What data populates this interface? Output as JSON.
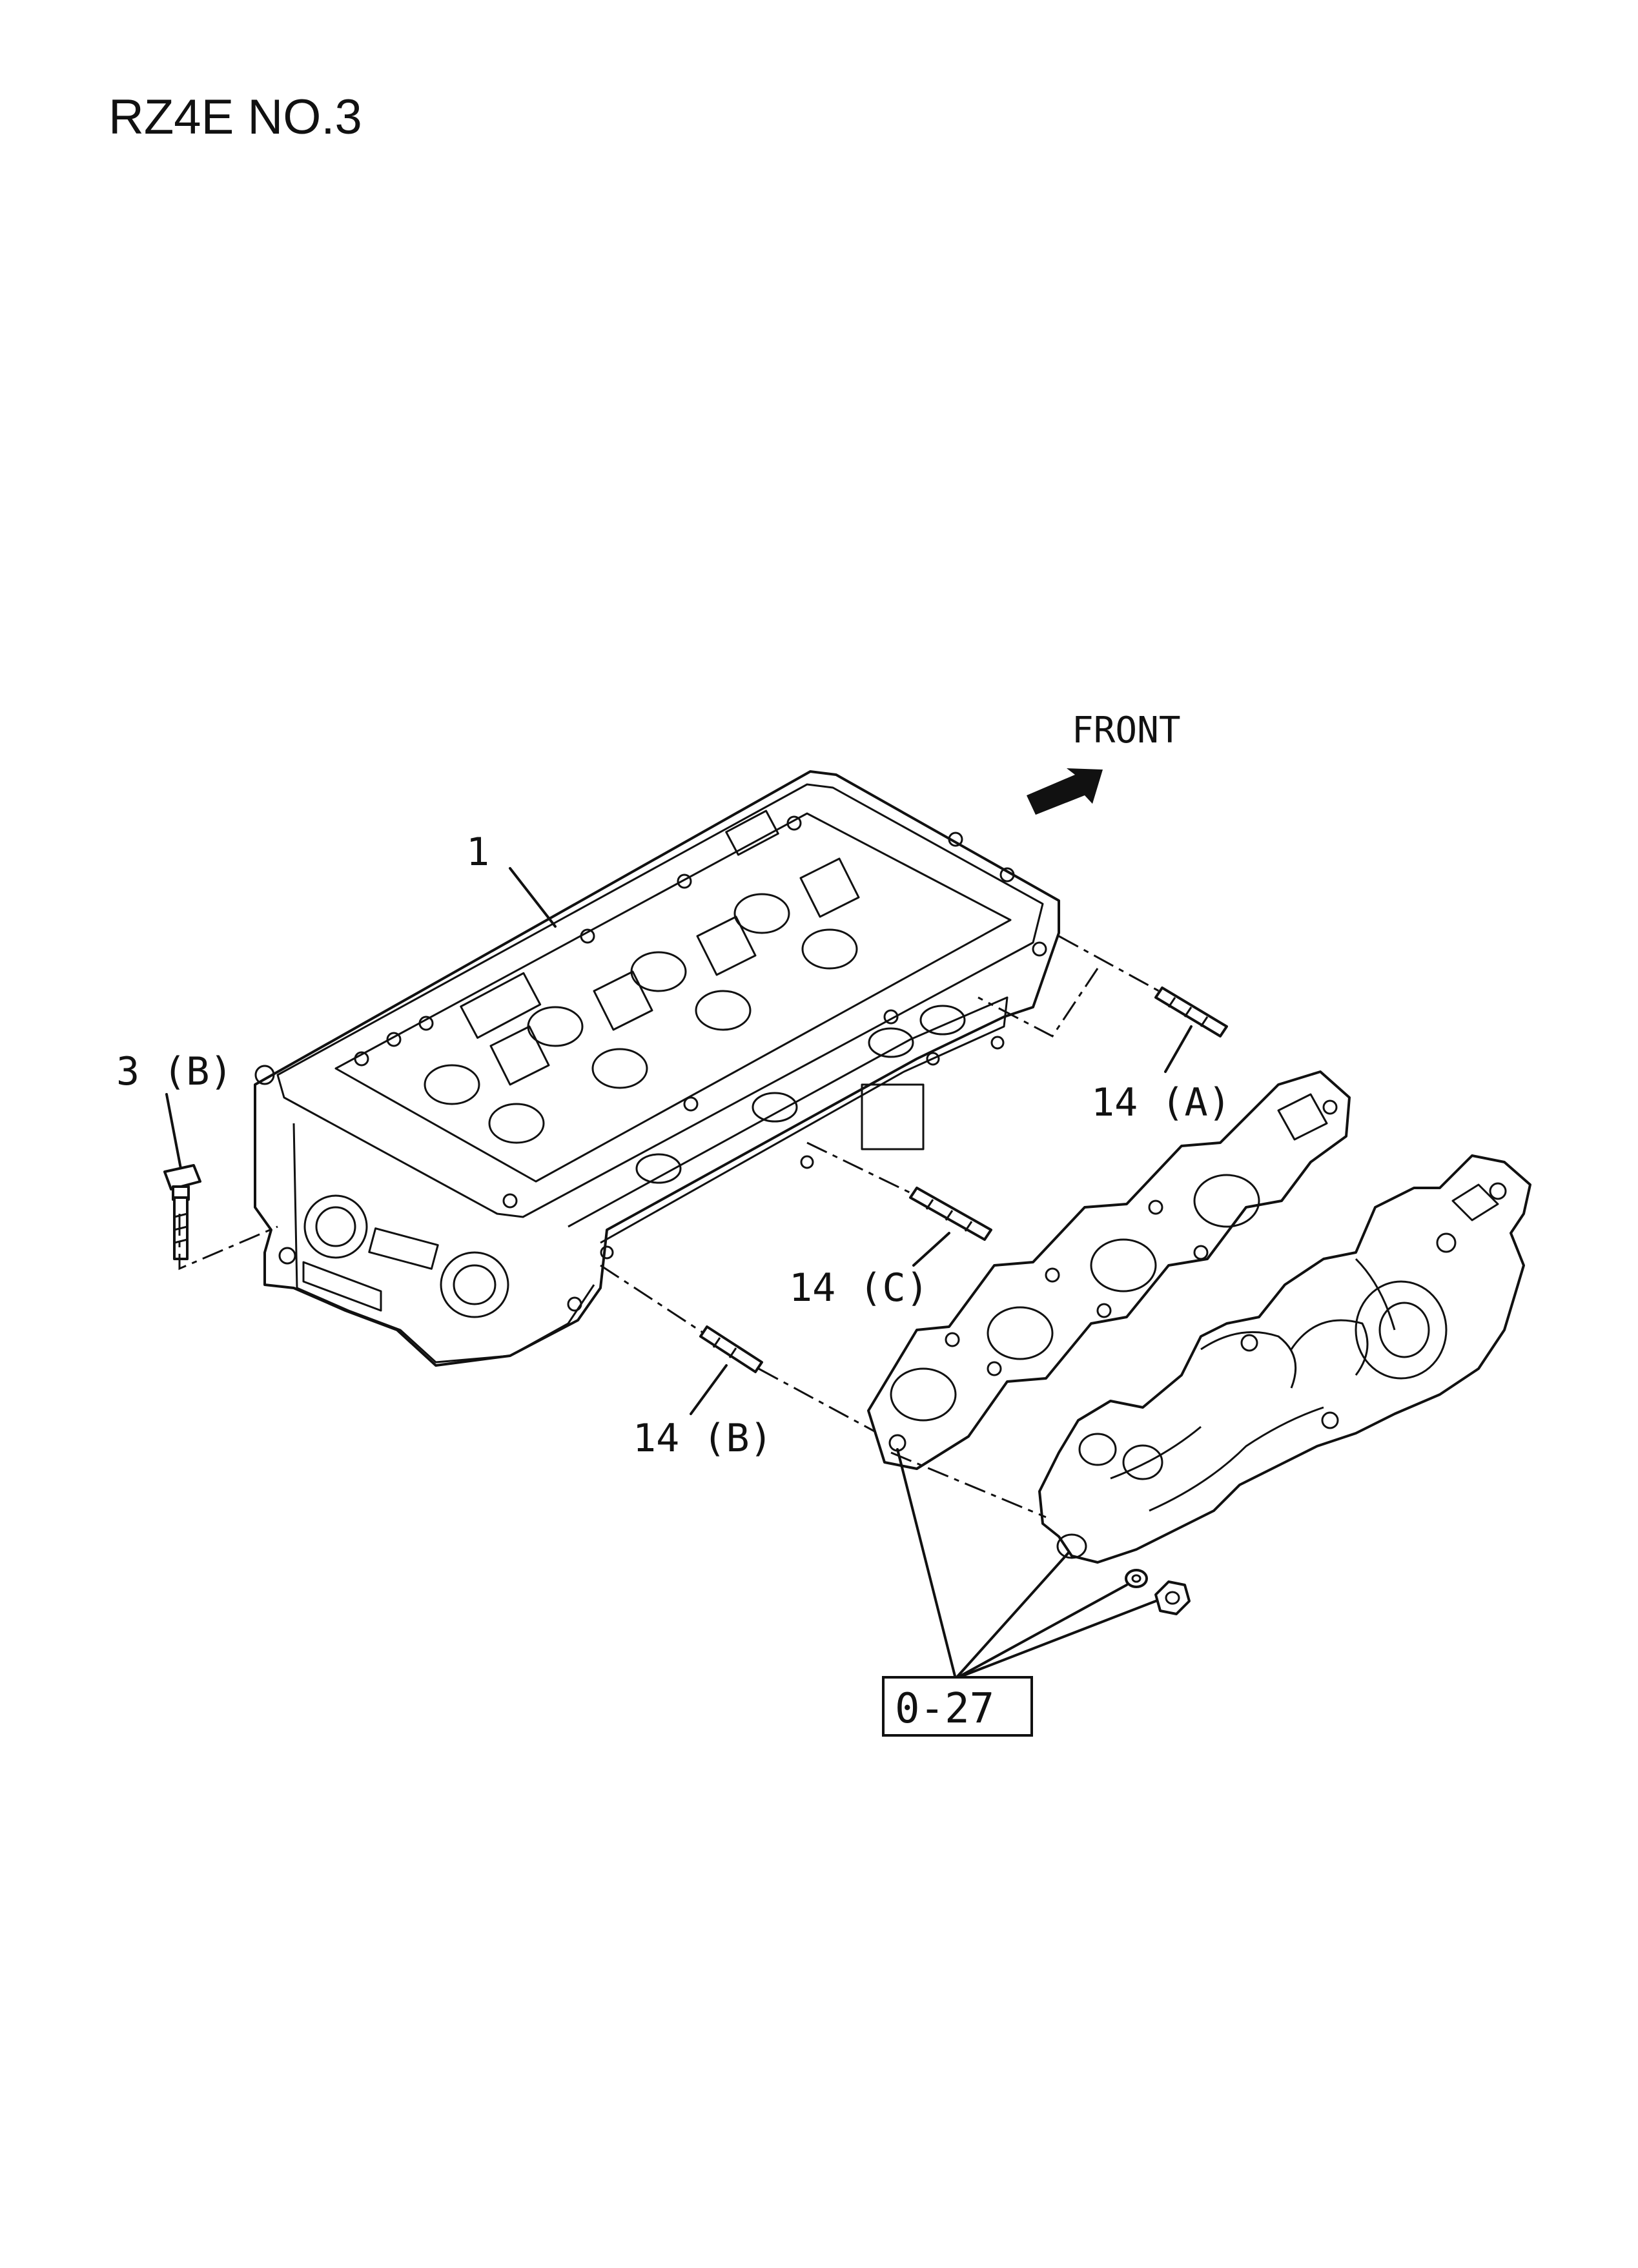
{
  "header": {
    "title": "RZ4E NO.3"
  },
  "diagram": {
    "direction_label": "FRONT",
    "callouts": {
      "c1": "1",
      "c3b": "3 (B)",
      "c14a": "14 (A)",
      "c14c": "14 (C)",
      "c14b": "14 (B)",
      "ref": "0-27"
    }
  }
}
